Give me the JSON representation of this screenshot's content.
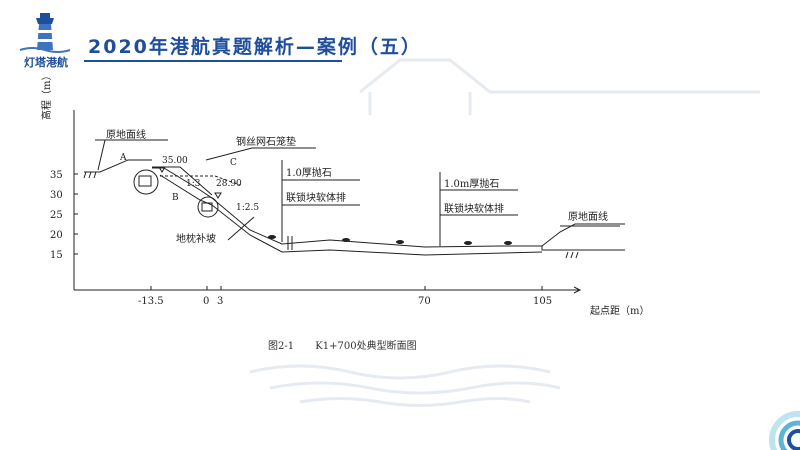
{
  "header": {
    "logo_text": "灯塔港航",
    "title": "2020年港航真题解析—案例（五）"
  },
  "figure": {
    "caption_number": "图2-1",
    "caption_text": "K1+700处典型断面图",
    "y_axis_label": "高程（m）",
    "x_axis_label": "起点距（m）",
    "y_ticks": [
      "35",
      "30",
      "25",
      "20",
      "15"
    ],
    "x_ticks": [
      "-13.5",
      "0",
      "3",
      "70",
      "105"
    ],
    "elevations": {
      "top": "35.00",
      "berm": "28.90"
    },
    "slopes": {
      "upper": "1:3",
      "lower": "1:2.5"
    },
    "points": {
      "a": "A",
      "b": "B",
      "c": "C"
    },
    "labels": {
      "ground_line_left": "原地面线",
      "ground_line_right": "原地面线",
      "gabion_mattress": "钢丝网石笼垫",
      "riprap_left": "1.0厚抛石",
      "mattress_left": "联锁块软体排",
      "riprap_right": "1.0m厚抛石",
      "mattress_right": "联锁块软体排",
      "toe_fill": "地枕补坡"
    }
  },
  "colors": {
    "title_blue": "#1f4e9c",
    "line": "#222222"
  }
}
